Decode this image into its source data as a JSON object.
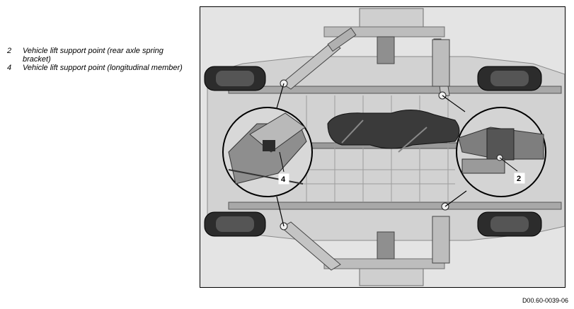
{
  "legend": {
    "items": [
      {
        "number": "2",
        "text": "Vehicle lift support point (rear axle spring bracket)"
      },
      {
        "number": "4",
        "text": "Vehicle lift support point (longitudinal member)"
      }
    ]
  },
  "figure": {
    "callouts": [
      "4",
      "2"
    ],
    "code": "D00.60-0039-06"
  }
}
